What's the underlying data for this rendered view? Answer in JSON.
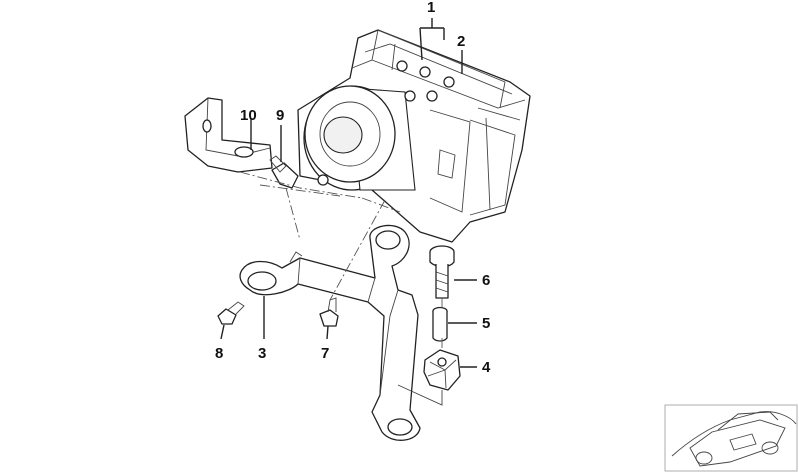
{
  "diagram": {
    "callouts": [
      {
        "id": "c1",
        "text": "1"
      },
      {
        "id": "c2",
        "text": "2"
      },
      {
        "id": "c3",
        "text": "3"
      },
      {
        "id": "c4",
        "text": "4"
      },
      {
        "id": "c5",
        "text": "5"
      },
      {
        "id": "c6",
        "text": "6"
      },
      {
        "id": "c7",
        "text": "7"
      },
      {
        "id": "c8",
        "text": "8"
      },
      {
        "id": "c9",
        "text": "9"
      },
      {
        "id": "c10",
        "text": "10"
      }
    ]
  },
  "colors": {
    "line": "#222222",
    "background": "#ffffff",
    "shade": "#f1f1f1"
  }
}
